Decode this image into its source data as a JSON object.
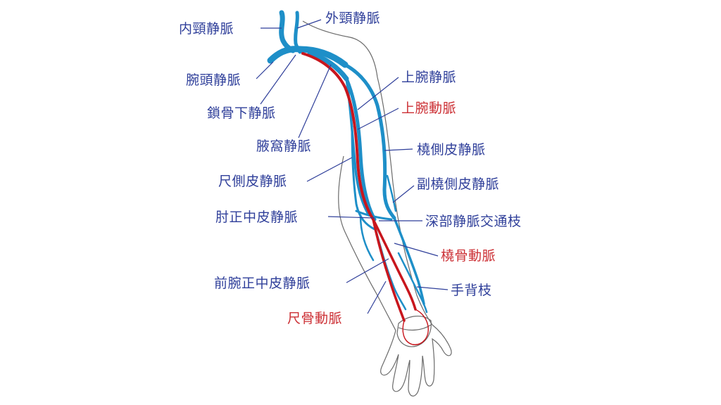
{
  "colors": {
    "vein": "#1e8fc8",
    "artery": "#c8161d",
    "vein_label": "#2f3f9a",
    "artery_label": "#cc2f34",
    "outline": "#6b6b6b",
    "leader": "#2f3f9a"
  },
  "labels": {
    "internal_jugular": "内頸静脈",
    "external_jugular": "外頸静脈",
    "brachiocephalic": "腕頭静脈",
    "subclavian": "鎖骨下静脈",
    "axillary": "腋窩静脈",
    "basilic": "尺側皮静脈",
    "median_cubital": "肘正中皮静脈",
    "median_antebrachial": "前腕正中皮静脈",
    "ulnar_artery": "尺骨動脈",
    "brachial_vein": "上腕静脈",
    "brachial_artery": "上腕動脈",
    "cephalic": "橈側皮静脈",
    "accessory_cephalic": "副橈側皮静脈",
    "perforating": "深部静脈交通枝",
    "radial_artery": "橈骨動脈",
    "dorsal_branch": "手背枝"
  }
}
